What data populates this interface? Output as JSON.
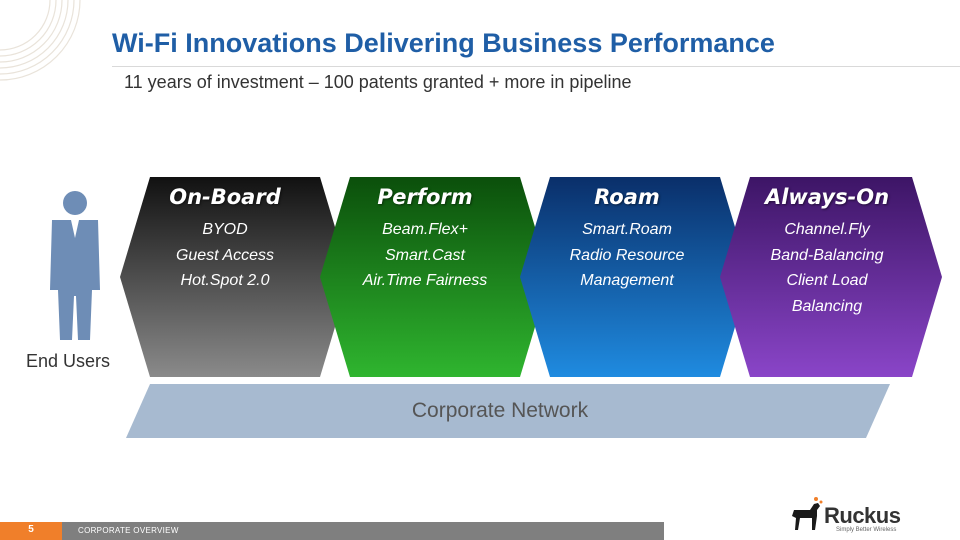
{
  "header": {
    "title": "Wi-Fi Innovations Delivering Business Performance",
    "subtitle": "11 years of investment – 100 patents granted + more in pipeline"
  },
  "pillars": [
    {
      "heading": "On-Board",
      "lines": [
        "BYOD",
        "Guest Access",
        "Hot.Spot 2.0"
      ],
      "color": "#4d4d4d"
    },
    {
      "heading": "Perform",
      "lines": [
        "Beam.Flex+",
        "Smart.Cast",
        "Air.Time Fairness"
      ],
      "color": "#1e8a1e"
    },
    {
      "heading": "Roam",
      "lines": [
        "Smart.Roam",
        "Radio Resource",
        "Management"
      ],
      "color": "#1560b0"
    },
    {
      "heading": "Always-On",
      "lines": [
        "Channel.Fly",
        "Band-Balancing",
        "Client Load",
        "Balancing"
      ],
      "color": "#6a2c9e"
    }
  ],
  "users": {
    "label": "End Users"
  },
  "network": {
    "label": "Corporate Network"
  },
  "footer": {
    "page_number": "5",
    "section": "CORPORATE OVERVIEW"
  },
  "logo": {
    "name": "Ruckus",
    "tagline": "Simply Better Wireless"
  },
  "icons": [
    "end-user-icon",
    "ruckus-dog-logo-icon",
    "decorative-rings-icon"
  ]
}
